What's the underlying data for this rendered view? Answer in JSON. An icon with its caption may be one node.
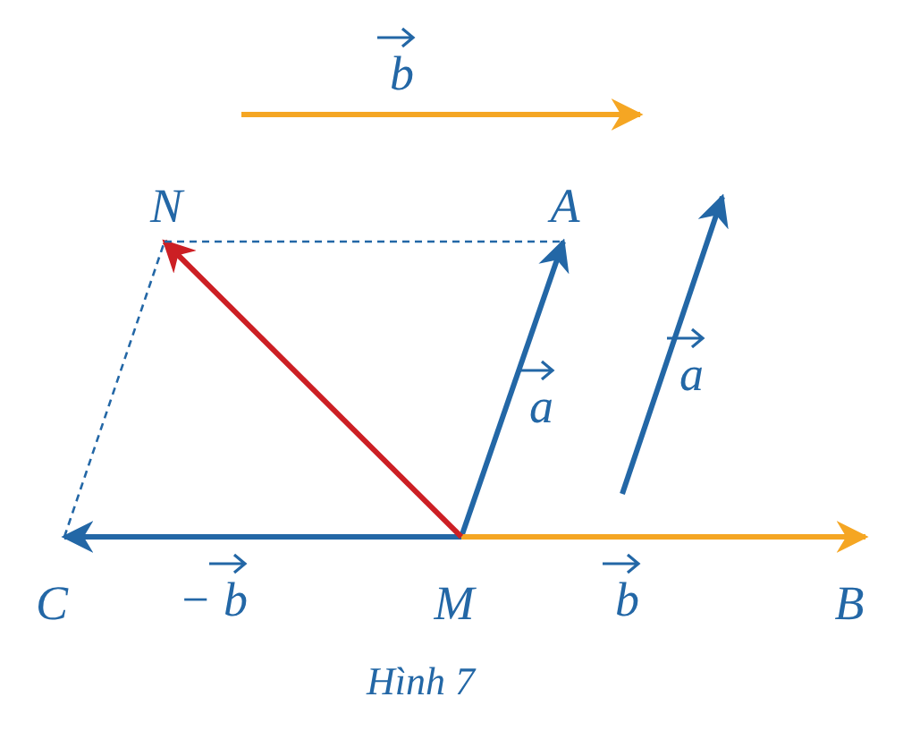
{
  "diagram": {
    "caption": "Hình 7",
    "nodes": [
      {
        "text": [
          "N"
        ]
      },
      {
        "text": [
          "A"
        ]
      },
      {
        "text": [
          "C"
        ]
      },
      {
        "text": [
          "M"
        ]
      },
      {
        "text": [
          "B"
        ]
      }
    ],
    "edges": [
      {
        "from": 3,
        "to": 1,
        "arrow": "to",
        "label": "a"
      },
      {
        "from": 3,
        "to": 4,
        "arrow": "to",
        "label": "b",
        "color": "#f5a623"
      },
      {
        "from": 3,
        "to": 2,
        "arrow": "to",
        "label": "− b"
      },
      {
        "from": 3,
        "to": 0,
        "arrow": "to",
        "color": "#cc1f24"
      },
      {
        "from": 0,
        "to": 1,
        "arrow": "none",
        "style": "dashed"
      },
      {
        "from": 2,
        "to": 0,
        "arrow": "none",
        "style": "dashed"
      }
    ],
    "labels": [
      "b",
      "a"
    ]
  }
}
